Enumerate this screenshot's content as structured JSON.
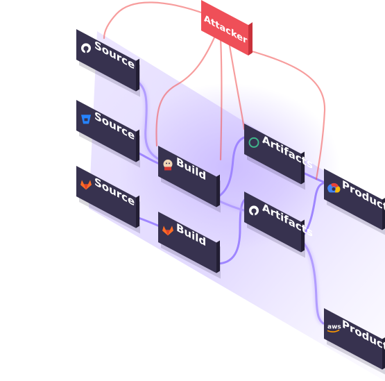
{
  "attacker": {
    "label": "Attacker"
  },
  "nodes": {
    "source_github": {
      "label": "Source",
      "icon": "github-icon"
    },
    "source_bitbucket": {
      "label": "Source",
      "icon": "bitbucket-icon"
    },
    "source_gitlab": {
      "label": "Source",
      "icon": "gitlab-icon"
    },
    "build_jenkins": {
      "label": "Build",
      "icon": "jenkins-icon"
    },
    "build_gitlab": {
      "label": "Build",
      "icon": "gitlab-icon"
    },
    "artifacts_nexus": {
      "label": "Artifacts",
      "icon": "nexus-icon"
    },
    "artifacts_github": {
      "label": "Artifacts",
      "icon": "github-icon"
    },
    "production_gcp": {
      "label": "Production",
      "icon": "google-cloud-icon"
    },
    "production_aws": {
      "label": "Production",
      "icon": "aws-icon"
    }
  },
  "colors": {
    "node": "#37324f",
    "node_side": "#221e33",
    "pipeline": "#9f86ff",
    "attack": "#f25b5b",
    "attacker_box": "#ef4f58"
  }
}
